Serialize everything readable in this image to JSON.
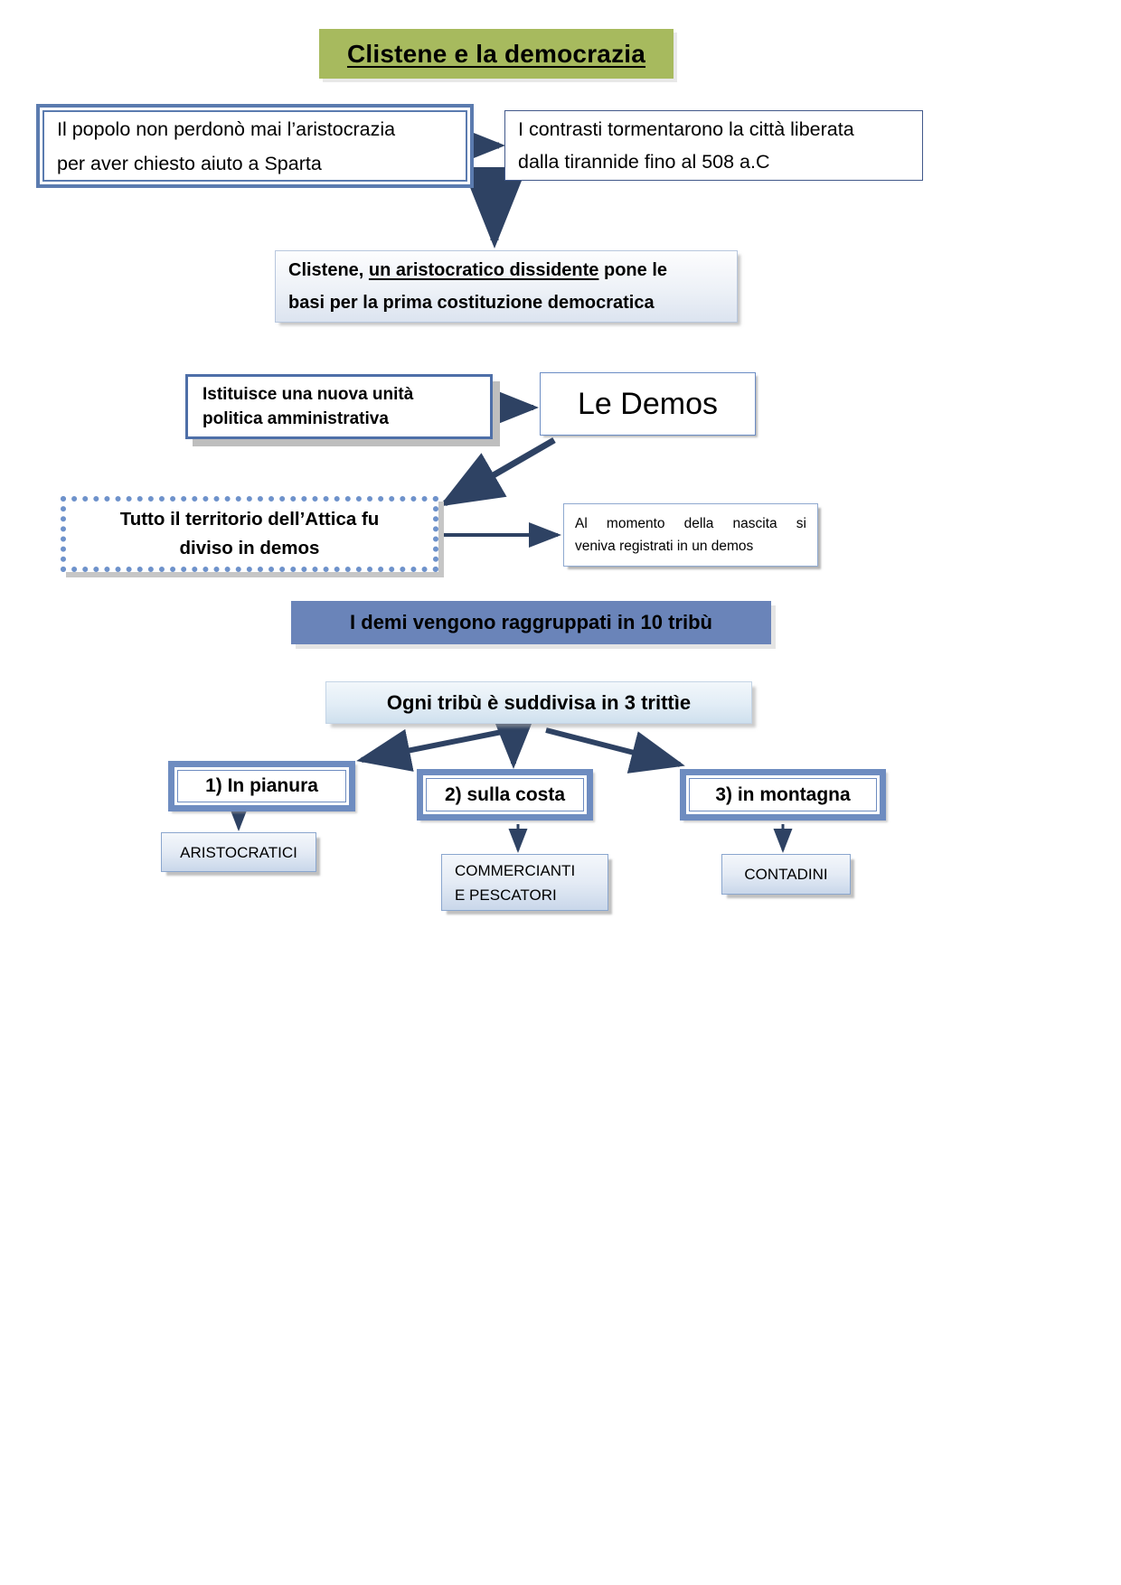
{
  "title": {
    "text": "Clistene e la democrazia",
    "bg_color": "#A7BA5E"
  },
  "nodes": {
    "popolo": {
      "line1": "Il popolo non perdonò mai l’aristocrazia",
      "line2": "per aver chiesto aiuto a Sparta"
    },
    "contrasti": {
      "line1": "I contrasti tormentarono la città liberata",
      "line2": "dalla tirannide fino al 508 a.C"
    },
    "clistene": {
      "line1_a": "Clistene, ",
      "line1_u": "un aristocratico dissidente",
      "line1_b": " pone le",
      "line2": "basi per la prima costituzione democratica"
    },
    "istituisce": {
      "line1": "Istituisce una nuova unità",
      "line2": "politica amministrativa"
    },
    "demos": {
      "text": "Le Demos"
    },
    "attica": {
      "line1": "Tutto il territorio dell’Attica fu",
      "line2": "diviso in demos"
    },
    "nascita": {
      "line1": "Al momento della nascita si",
      "line2": "veniva registrati in un demos"
    },
    "tribu_banner": {
      "text": "I demi vengono raggruppati in 10 tribù",
      "bg_color": "#6A84B9"
    },
    "trittie_banner": {
      "text": "Ogni tribù è suddivisa in 3 trittìe"
    },
    "pianura": {
      "text": "1)  In pianura"
    },
    "costa": {
      "text": "2) sulla costa"
    },
    "montagna": {
      "text": "3) in montagna"
    },
    "aristocratici": {
      "line1": "ARISTOCRATICI"
    },
    "commercianti": {
      "line1": "COMMERCIANTI",
      "line2": "E PESCATORI"
    },
    "contadini": {
      "line1": "CONTADINI"
    }
  },
  "colors": {
    "arrow": "#2E4263",
    "border_blue": "#5B7BAF",
    "banner_blue": "#6A84B9",
    "title_green": "#A7BA5E"
  }
}
